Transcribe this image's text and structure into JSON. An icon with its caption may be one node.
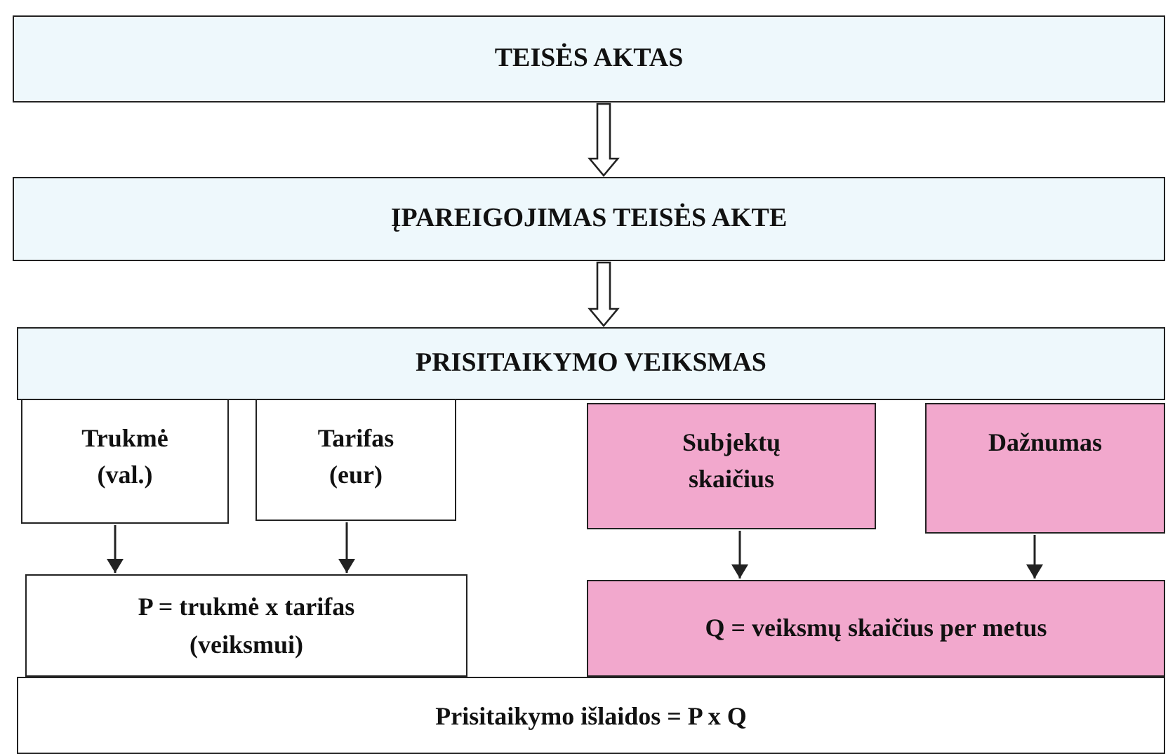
{
  "diagram": {
    "nodes": [
      {
        "text": [
          "TEISĖS AKTAS"
        ]
      },
      {
        "text": [
          "ĮPAREIGOJIMAS TEISĖS AKTE"
        ]
      },
      {
        "text": [
          "PRISITAIKYMO VEIKSMAS"
        ]
      },
      {
        "text": [
          "Trukmė (val.)"
        ]
      },
      {
        "text": [
          "Tarifas (eur)"
        ]
      },
      {
        "text": [
          "Subjektų skaičius"
        ]
      },
      {
        "text": [
          "Dažnumas"
        ]
      },
      {
        "text": [
          "P = trukmė x tarifas (veiksmui)"
        ]
      },
      {
        "text": [
          "Q = veiksmų skaičius per metus"
        ]
      },
      {
        "text": [
          "Prisitaikymo išlaidos = P x Q"
        ]
      }
    ],
    "edges": [
      {
        "from": 0,
        "to": 1,
        "arrow": "to",
        "style": "thick"
      },
      {
        "from": 1,
        "to": 2,
        "arrow": "to",
        "style": "thick"
      },
      {
        "from": 3,
        "to": 7,
        "arrow": "to"
      },
      {
        "from": 4,
        "to": 7,
        "arrow": "to"
      },
      {
        "from": 5,
        "to": 8,
        "arrow": "to"
      },
      {
        "from": 6,
        "to": 8,
        "arrow": "to"
      }
    ]
  }
}
